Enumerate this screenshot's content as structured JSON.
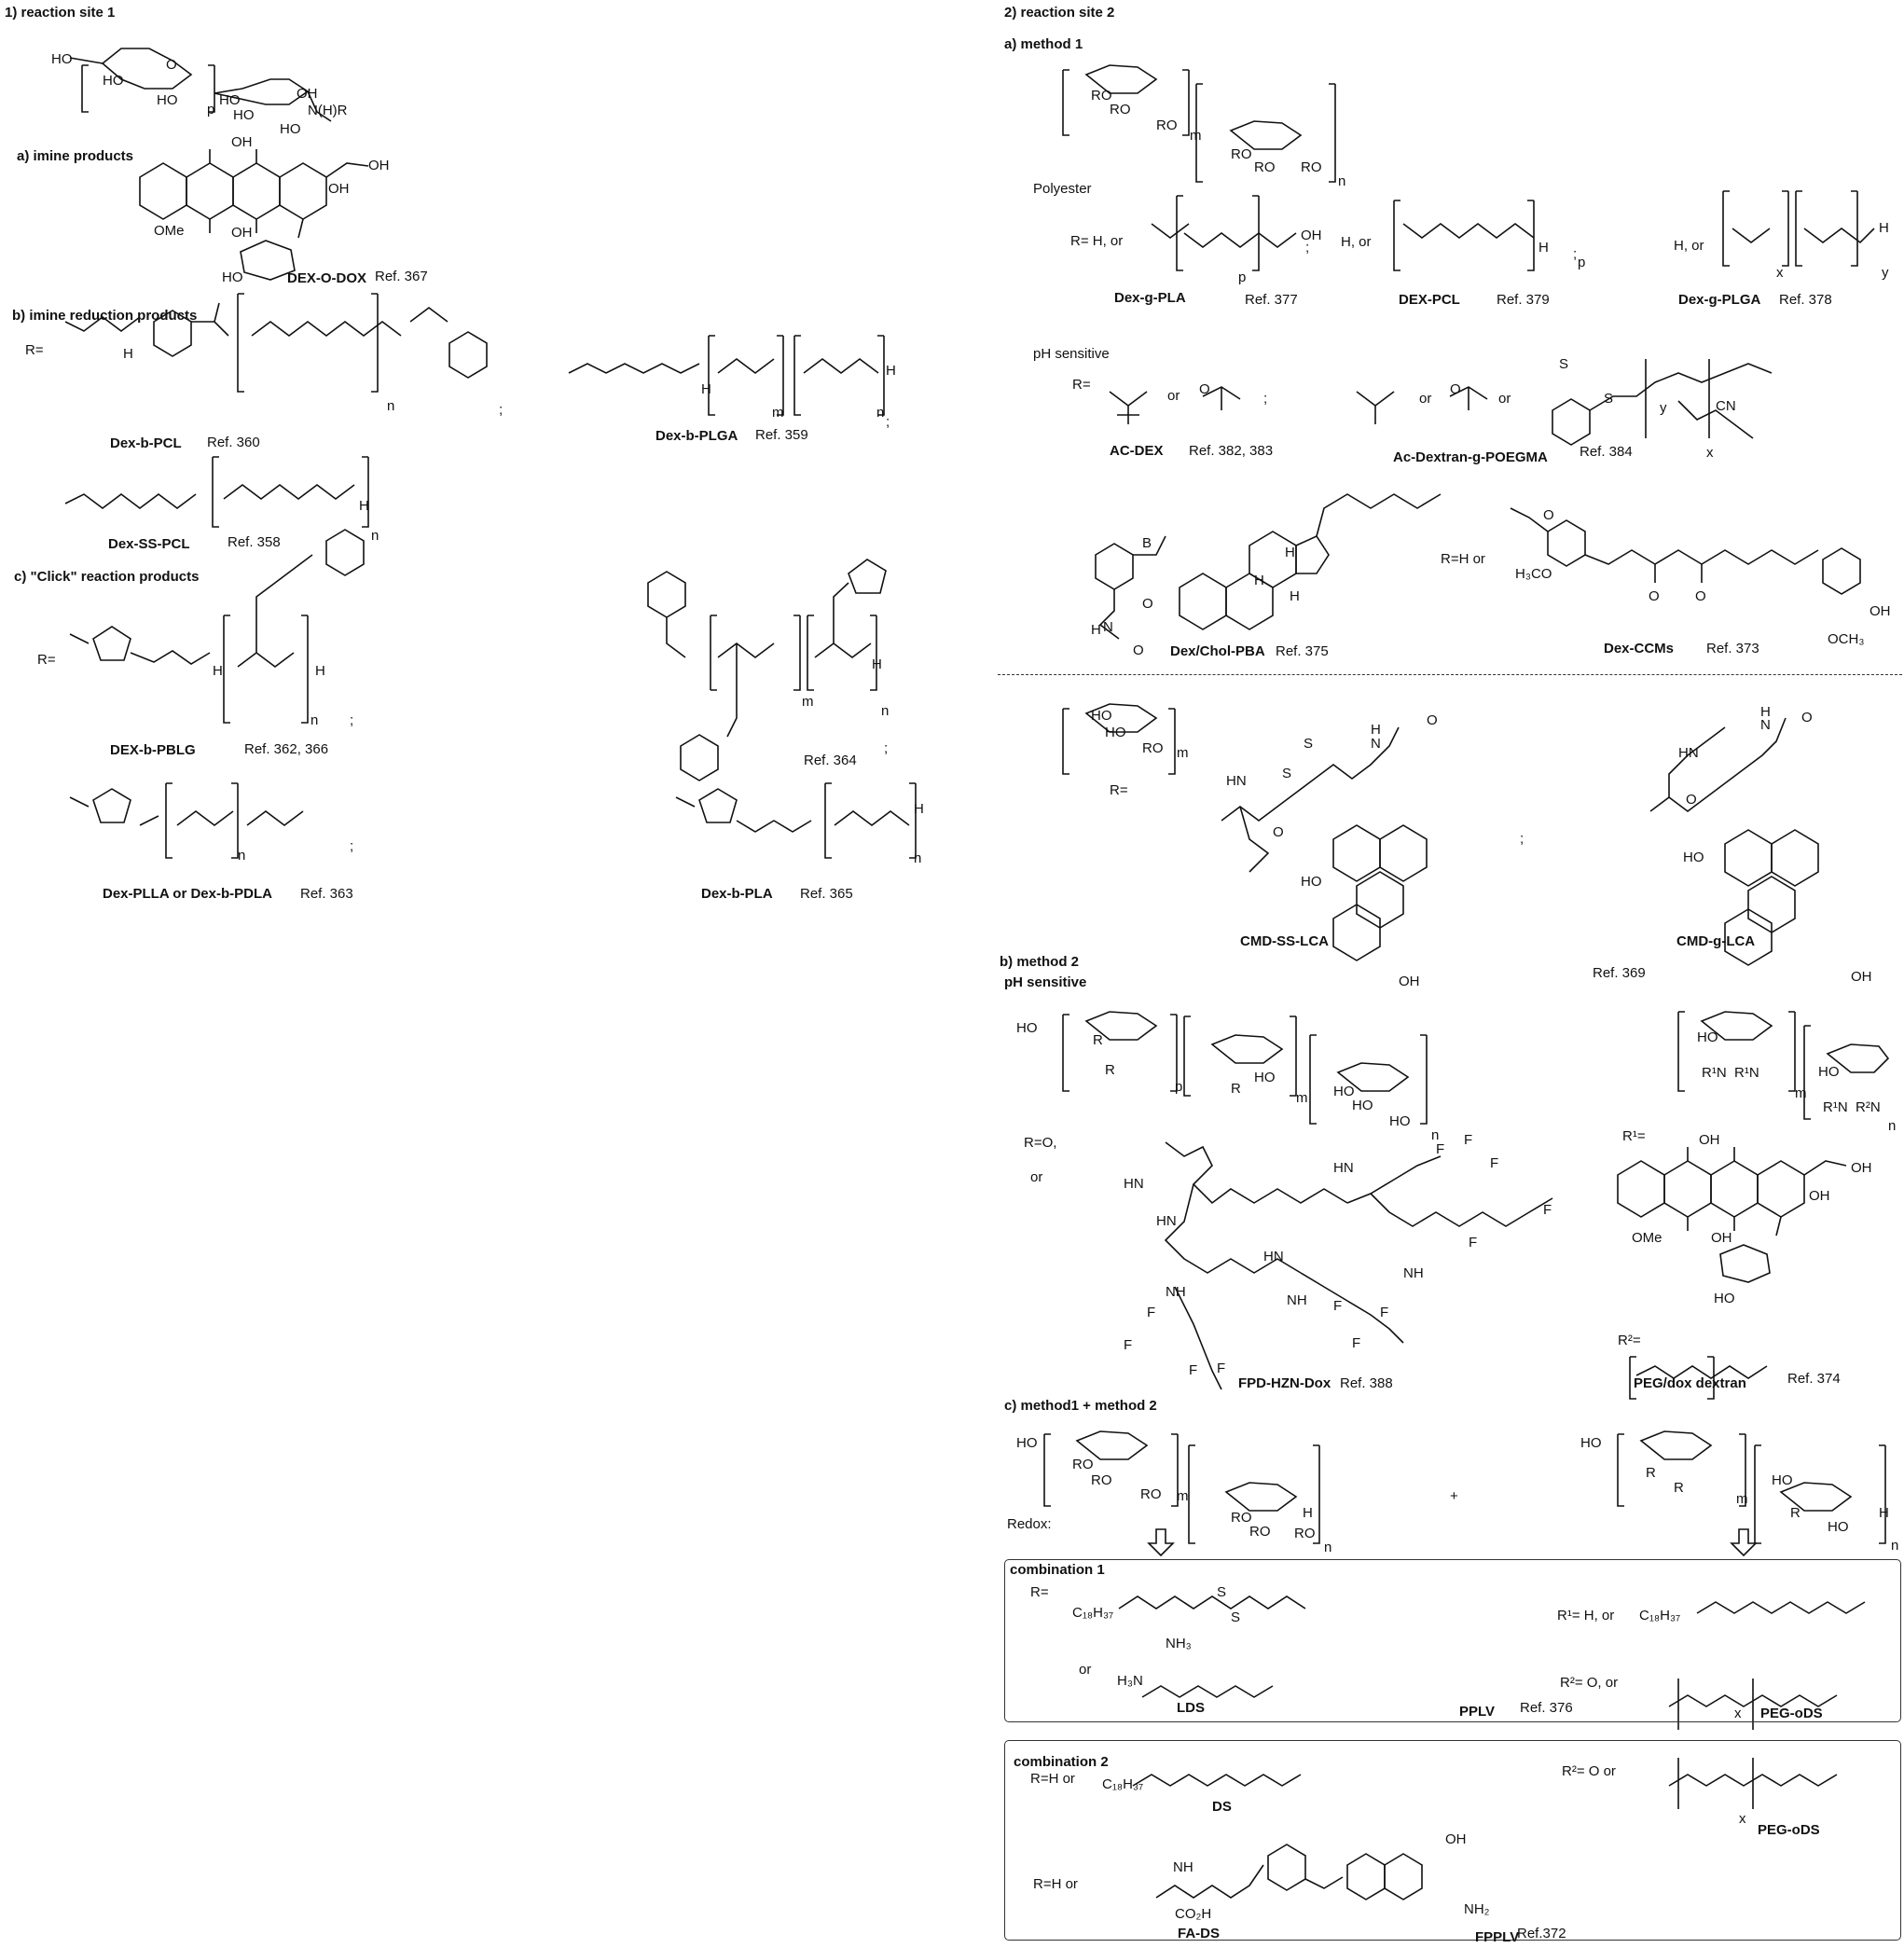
{
  "site1": {
    "heading": "1)  reaction site 1",
    "a_heading": "a) imine products",
    "b_heading": "b) imine reduction products",
    "c_heading": "c)  \"Click\" reaction products",
    "compounds": [
      {
        "name": "DEX-O-DOX",
        "ref": "Ref. 367"
      },
      {
        "name": "Dex-b-PCL",
        "ref": "Ref. 360"
      },
      {
        "name": "Dex-b-PLGA",
        "ref": "Ref. 359"
      },
      {
        "name": "Dex-SS-PCL",
        "ref": "Ref. 358"
      },
      {
        "name": "DEX-b-PBLG",
        "ref": "Ref. 362, 366"
      },
      {
        "name": "",
        "ref": "Ref. 364"
      },
      {
        "name": "Dex-PLLA or Dex-b-PDLA",
        "ref": "Ref. 363"
      },
      {
        "name": "Dex-b-PLA",
        "ref": "Ref. 365"
      }
    ]
  },
  "site2": {
    "heading": "2)  reaction site 2",
    "method1_heading": "a)   method 1",
    "polyester_label": "Polyester",
    "ph_label": "pH sensitive",
    "method2_heading": "b) method 2",
    "ph2_label": "pH sensitive",
    "method12_heading": "c) method1 + method 2",
    "redox_label": "Redox:",
    "plus_sign": "+",
    "r_h_or": "R= H, or",
    "h_or_1": "H, or",
    "h_or_2": "H, or",
    "r_eq": "R=",
    "or_1": "or",
    "or_2": "or",
    "or_3": "or",
    "r_h_or2": "R=H   or",
    "r_o": "R=O,",
    "or_4": "or",
    "r1_eq": "R¹=",
    "r2_eq": "R²=",
    "compounds": [
      {
        "name": "Dex-g-PLA",
        "ref": "Ref. 377"
      },
      {
        "name": "DEX-PCL",
        "ref": "Ref. 379"
      },
      {
        "name": "Dex-g-PLGA",
        "ref": "Ref. 378"
      },
      {
        "name": "AC-DEX",
        "ref": "Ref. 382, 383"
      },
      {
        "name": "Ac-Dextran-g-POEGMA",
        "ref": "Ref. 384"
      },
      {
        "name": "Dex/Chol-PBA",
        "ref": "Ref. 375"
      },
      {
        "name": "Dex-CCMs",
        "ref": "Ref. 373"
      },
      {
        "name": "CMD-SS-LCA",
        "ref": ""
      },
      {
        "name": "CMD-g-LCA",
        "ref": "Ref. 369"
      },
      {
        "name": "FPD-HZN-Dox",
        "ref": "Ref. 388"
      },
      {
        "name": "PEG/dox dextran",
        "ref": "Ref. 374"
      }
    ]
  },
  "combination1": {
    "title": "combination 1",
    "r_eq": "R=",
    "or": "or",
    "r1_label": "R¹= H, or",
    "r2_label": "R²= O, or",
    "lds": "LDS",
    "pplv": "PPLV",
    "ref": "Ref. 376",
    "peg_ods": "PEG-oDS"
  },
  "combination2": {
    "title": "combination 2",
    "r_h_or": "R=H   or",
    "r_h_or_b": "R=H   or",
    "r2_label": "R²= O or",
    "ds": "DS",
    "peg_ods": "PEG-oDS",
    "fa_ds": "FA-DS",
    "fpplv": "FPPLV",
    "ref": "Ref.372"
  },
  "atoms": {
    "ho": "HO",
    "oh": "OH",
    "ro": "RO",
    "o": "O",
    "h": "H",
    "n": "N",
    "nh": "NH",
    "hn": "HN",
    "nhr": "N(H)R",
    "ome": "OMe",
    "och3": "OCH₃",
    "h3co": "H₃CO",
    "cn": "CN",
    "s": "S",
    "b": "B",
    "f": "F",
    "r": "R",
    "nh2": "NH₂",
    "co2h": "CO₂H",
    "c18h37": "C₁₈H₃₇",
    "h3n": "H₃N",
    "nh3": "NH₃",
    "p": "p",
    "m": "m",
    "n_sub": "n",
    "x": "x",
    "y": "y",
    "semi": ";",
    "r1n": "R¹N",
    "r2n": "R²N"
  }
}
